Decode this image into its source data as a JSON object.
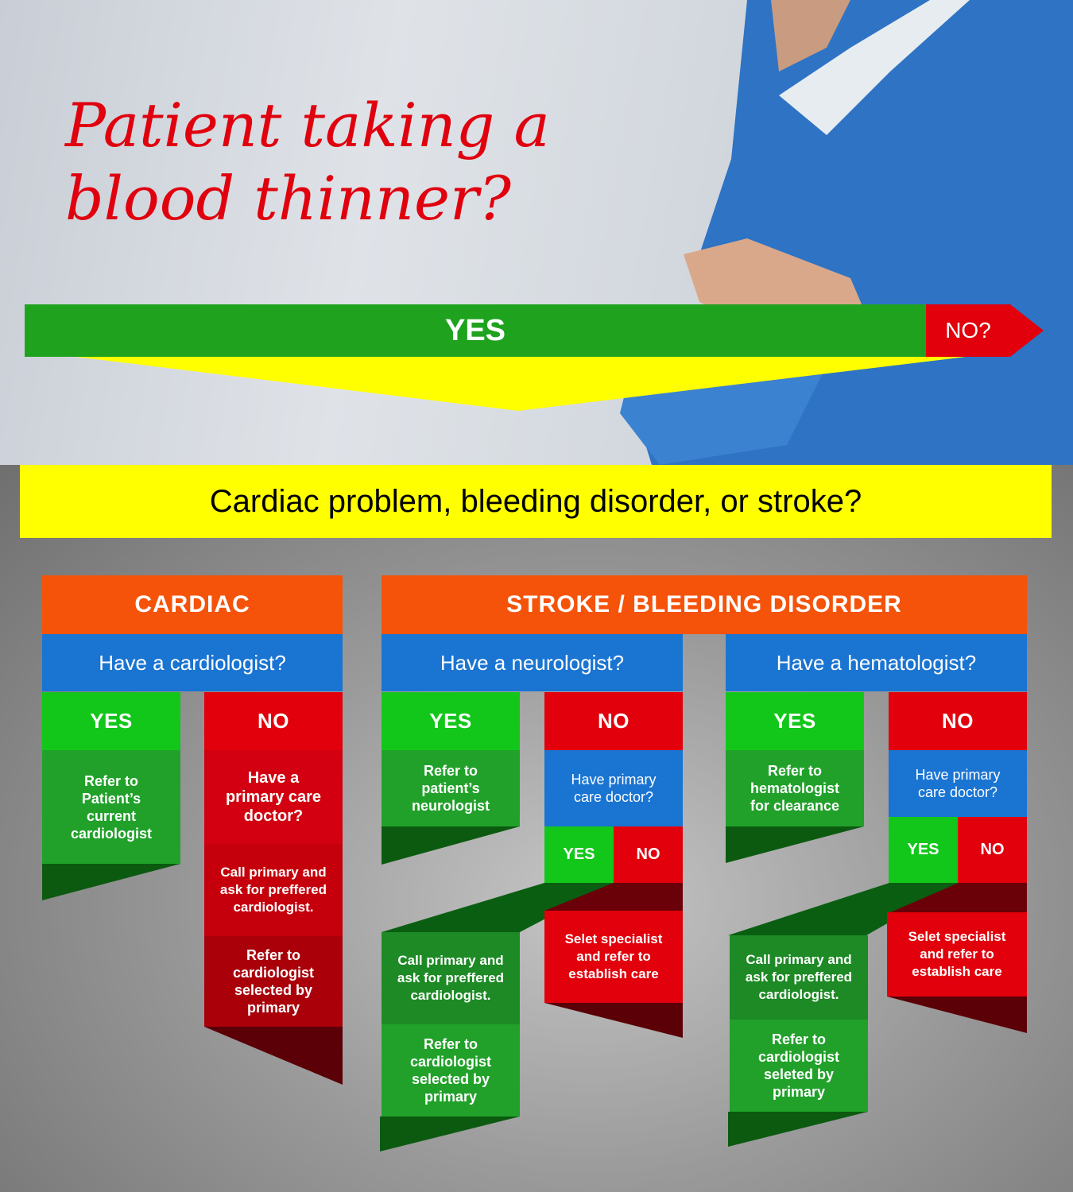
{
  "title": "Patient taking a\nblood thinner?",
  "top_bar": {
    "yes": "YES",
    "no": "NO?"
  },
  "question": "Cardiac problem, bleeding disorder, or stroke?",
  "cardiac": {
    "header": "CARDIAC",
    "question": "Have a cardiologist?",
    "yes": "YES",
    "no": "NO",
    "yes_action": "Refer to\nPatient’s\ncurrent\ncardiologist",
    "no_question": "Have a\nprimary care\ndoctor?",
    "no_step1": "Call primary and\nask for preffered\ncardiologist.",
    "no_step2": "Refer to\ncardiologist\nselected by\nprimary"
  },
  "stroke": {
    "header": "STROKE / BLEEDING DISORDER",
    "neuro": {
      "question": "Have a neurologist?",
      "yes": "YES",
      "no": "NO",
      "yes_action": "Refer to\npatient’s\nneurologist",
      "no_question": "Have primary\ncare doctor?",
      "sub_yes": "YES",
      "sub_no": "NO",
      "yes_step1": "Call primary and\nask for preffered\ncardiologist.",
      "yes_step2": "Refer to\ncardiologist\nselected by\nprimary",
      "no_action": "Selet specialist\nand refer to\nestablish care"
    },
    "hema": {
      "question": "Have a hematologist?",
      "yes": "YES",
      "no": "NO",
      "yes_action": "Refer to\nhematologist\nfor clearance",
      "no_question": "Have primary\ncare doctor?",
      "sub_yes": "YES",
      "sub_no": "NO",
      "yes_step1": "Call primary and\nask for preffered\ncardiologist.",
      "yes_step2": "Refer to\ncardiologist\nseleted by\nprimary",
      "no_action": "Selet specialist\nand refer to\nestablish care"
    }
  }
}
